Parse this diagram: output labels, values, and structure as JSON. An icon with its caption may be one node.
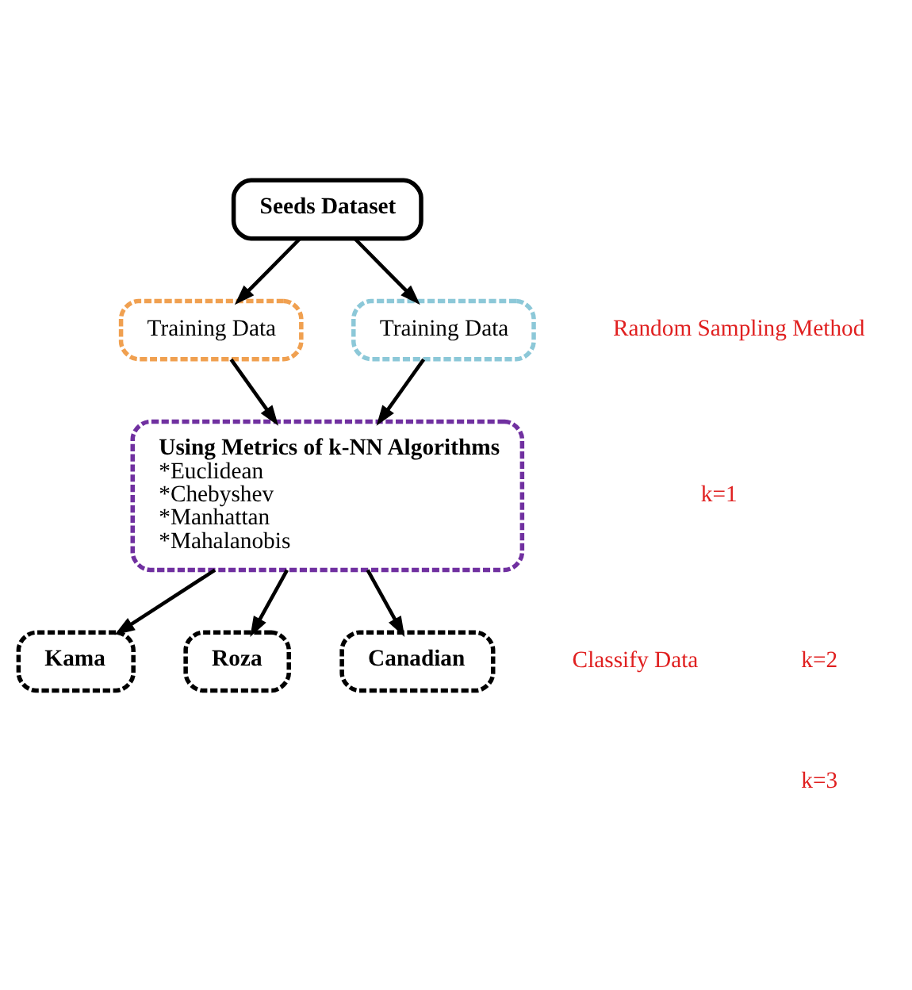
{
  "diagram": {
    "nodes": [
      {
        "text": [
          "Seeds Dataset"
        ]
      },
      {
        "text": [
          "Training Data"
        ]
      },
      {
        "text": [
          "Training Data"
        ]
      },
      {
        "text": [
          "Using Metrics of k-NN Algorithms",
          "*Euclidean",
          "*Chebyshev",
          "*Manhattan",
          "*Mahalanobis"
        ]
      },
      {
        "text": [
          "Kama"
        ]
      },
      {
        "text": [
          "Roza"
        ]
      },
      {
        "text": [
          "Canadian"
        ]
      }
    ],
    "edges": [
      {
        "from": 0,
        "to": 1,
        "arrow": "to"
      },
      {
        "from": 0,
        "to": 2,
        "arrow": "to"
      },
      {
        "from": 1,
        "to": 3,
        "arrow": "to"
      },
      {
        "from": 2,
        "to": 3,
        "arrow": "to"
      },
      {
        "from": 3,
        "to": 4,
        "arrow": "to"
      },
      {
        "from": 3,
        "to": 5,
        "arrow": "to"
      },
      {
        "from": 3,
        "to": 6,
        "arrow": "to"
      }
    ],
    "labels": [
      "Random Sampling Method",
      "k=1",
      "k=2",
      "k=3",
      "Classify Data"
    ]
  }
}
